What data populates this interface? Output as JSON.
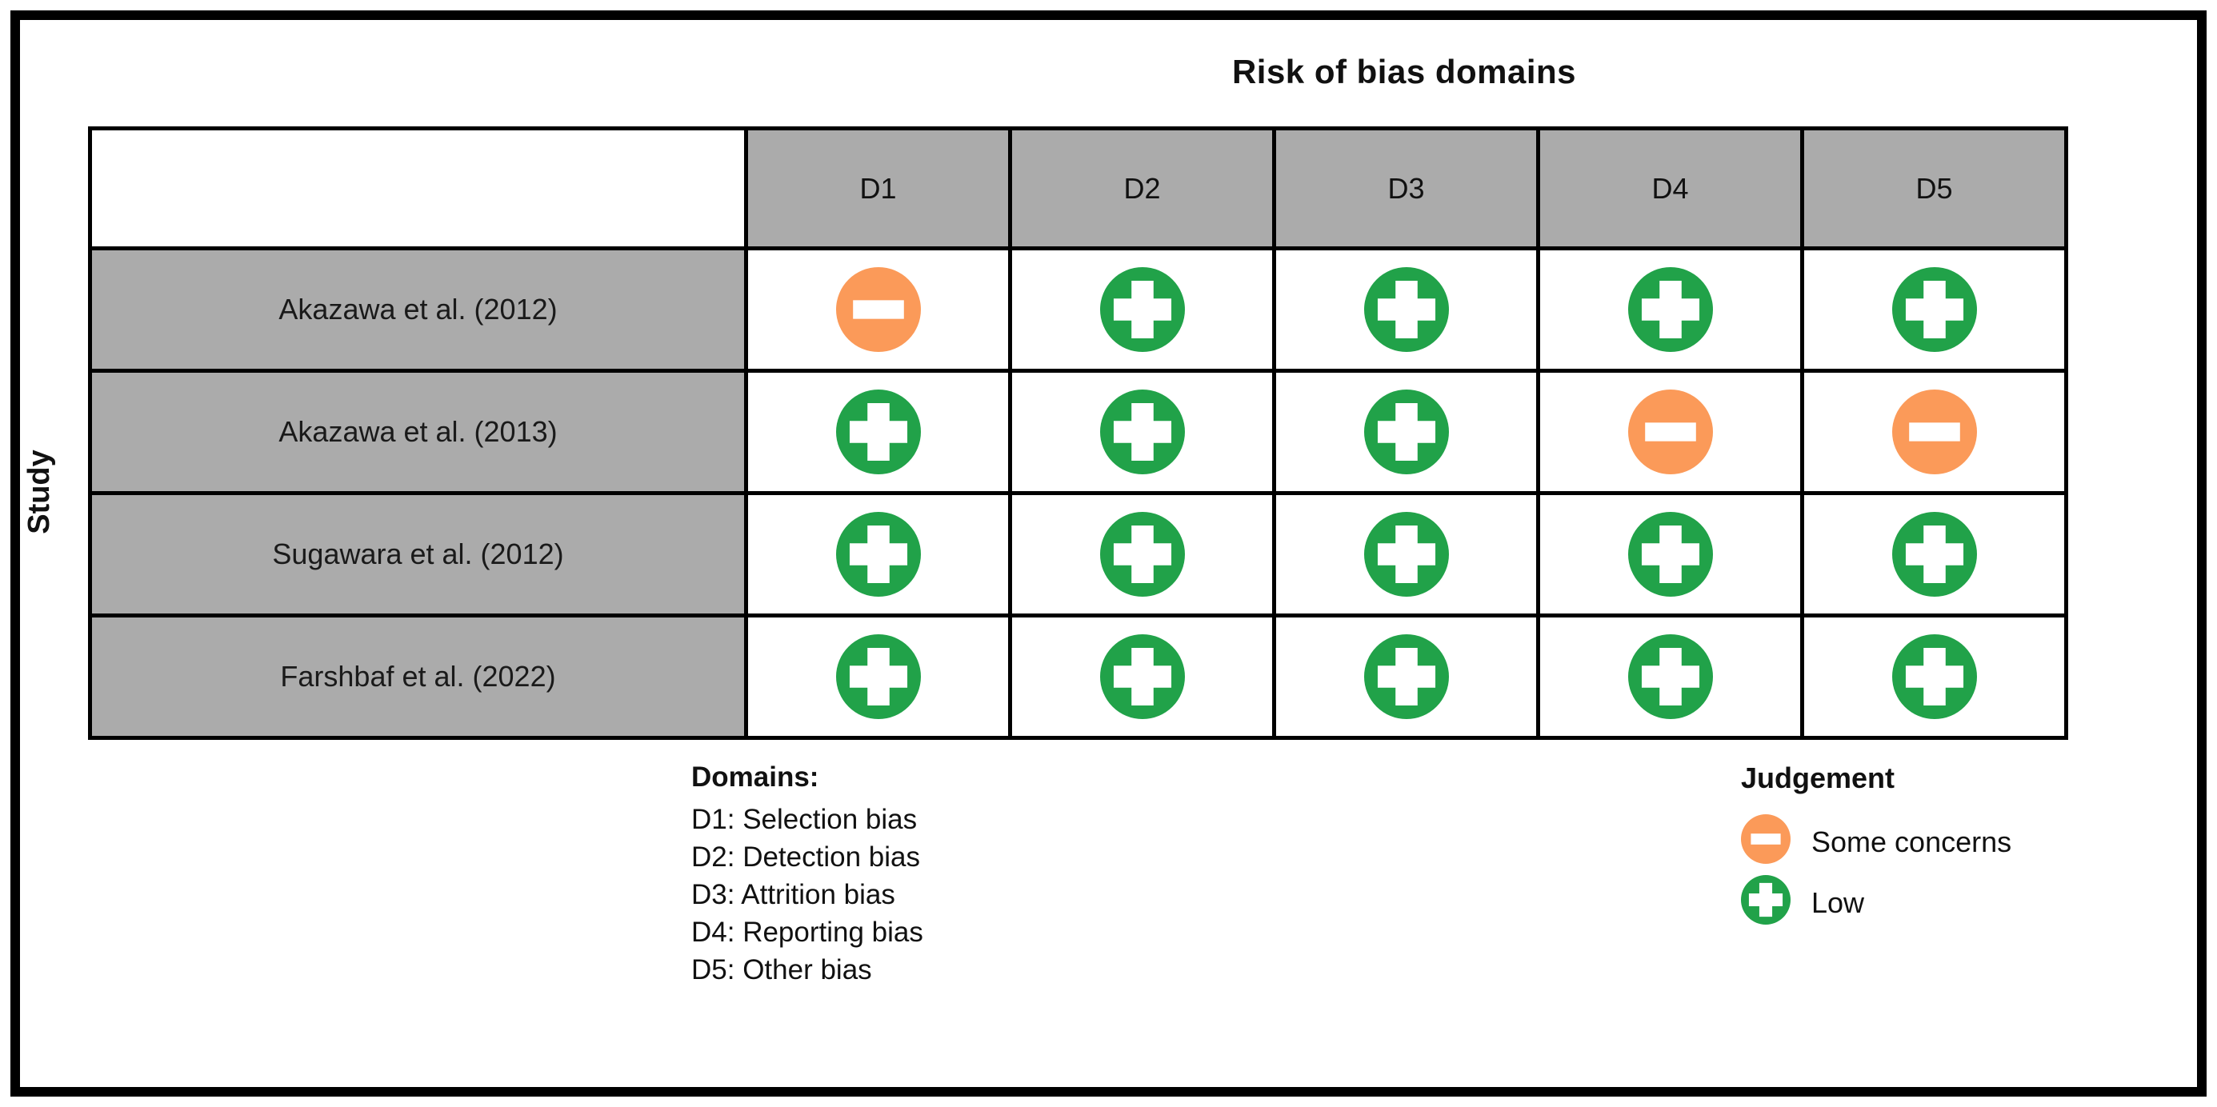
{
  "title": "Risk of bias domains",
  "y_axis_label": "Study",
  "columns": [
    "D1",
    "D2",
    "D3",
    "D4",
    "D5"
  ],
  "rows": [
    {
      "study": "Akazawa et al. (2012)",
      "judgements": [
        "some_concerns",
        "low",
        "low",
        "low",
        "low"
      ]
    },
    {
      "study": "Akazawa et al. (2013)",
      "judgements": [
        "low",
        "low",
        "low",
        "some_concerns",
        "some_concerns"
      ]
    },
    {
      "study": "Sugawara et al. (2012)",
      "judgements": [
        "low",
        "low",
        "low",
        "low",
        "low"
      ]
    },
    {
      "study": "Farshbaf et al. (2022)",
      "judgements": [
        "low",
        "low",
        "low",
        "low",
        "low"
      ]
    }
  ],
  "domains_legend": {
    "heading": "Domains:",
    "items": [
      "D1: Selection bias",
      "D2: Detection bias",
      "D3: Attrition bias",
      "D4: Reporting bias",
      "D5: Other bias"
    ]
  },
  "judgement_legend": {
    "heading": "Judgement",
    "items": [
      {
        "key": "some_concerns",
        "label": "Some concerns"
      },
      {
        "key": "low",
        "label": "Low"
      }
    ]
  },
  "colors": {
    "low": "#21A249",
    "some_concerns": "#FB9A59",
    "header_gray": "#ABABAB",
    "grid_black": "#000000"
  },
  "chart_data": {
    "type": "table",
    "title": "Risk of bias domains",
    "xlabel": "Risk of bias domains",
    "ylabel": "Study",
    "x_categories": [
      "D1",
      "D2",
      "D3",
      "D4",
      "D5"
    ],
    "y_categories": [
      "Akazawa et al. (2012)",
      "Akazawa et al. (2013)",
      "Sugawara et al. (2012)",
      "Farshbaf et al. (2022)"
    ],
    "values": [
      [
        "some_concerns",
        "low",
        "low",
        "low",
        "low"
      ],
      [
        "low",
        "low",
        "low",
        "some_concerns",
        "some_concerns"
      ],
      [
        "low",
        "low",
        "low",
        "low",
        "low"
      ],
      [
        "low",
        "low",
        "low",
        "low",
        "low"
      ]
    ],
    "legend": {
      "some_concerns": "Some concerns",
      "low": "Low"
    },
    "legend_position": "bottom-right",
    "domain_definitions": {
      "D1": "Selection bias",
      "D2": "Detection bias",
      "D3": "Attrition bias",
      "D4": "Reporting bias",
      "D5": "Other bias"
    }
  }
}
